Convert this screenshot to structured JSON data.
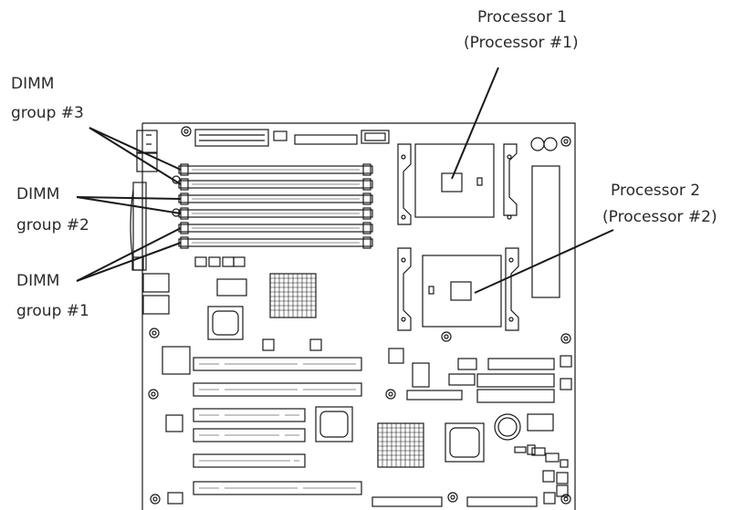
{
  "labels": {
    "processor1": {
      "line1": "Processor 1",
      "line2": "(Processor #1)"
    },
    "processor2": {
      "line1": "Processor 2",
      "line2": "(Processor #2)"
    },
    "dimm3": {
      "line1": "DIMM",
      "line2": "group #3"
    },
    "dimm2": {
      "line1": "DIMM",
      "line2": "group #2"
    },
    "dimm1": {
      "line1": "DIMM",
      "line2": "group #1"
    }
  },
  "colors": {
    "stroke": "#1a1a1a",
    "background": "#ffffff"
  }
}
